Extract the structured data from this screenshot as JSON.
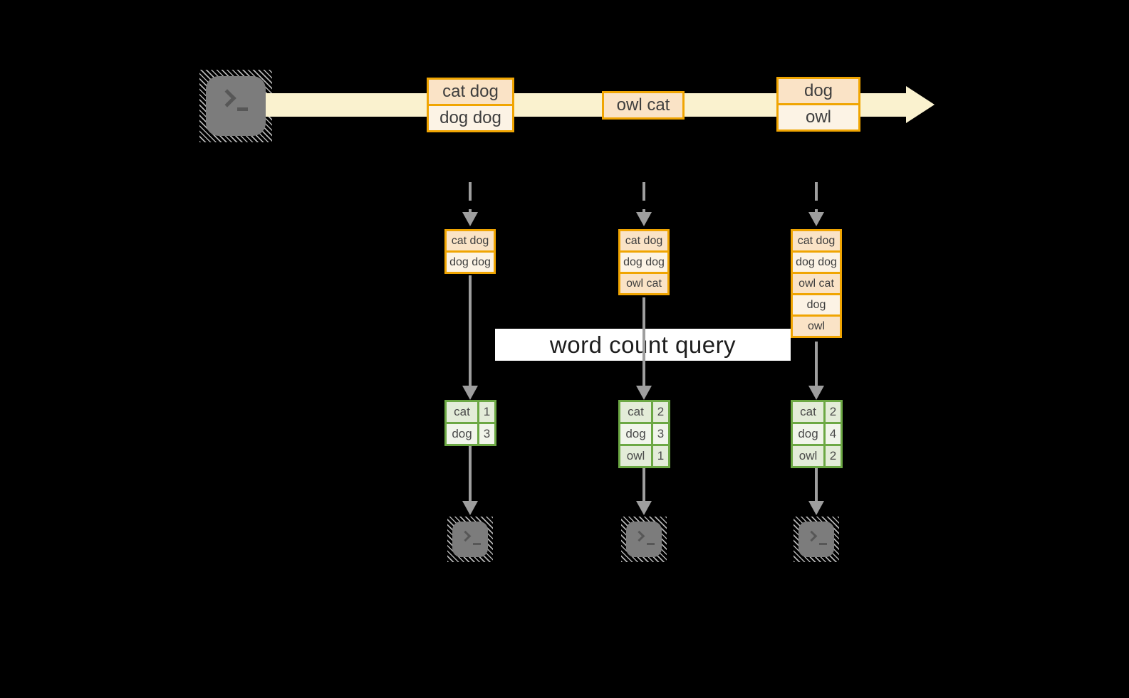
{
  "diagram": {
    "query_label": "word count query",
    "columns": [
      {
        "timeline": [
          "cat dog",
          "dog dog"
        ],
        "buffer": [
          "cat dog",
          "dog dog"
        ],
        "counts": [
          {
            "word": "cat",
            "count": "1"
          },
          {
            "word": "dog",
            "count": "3"
          }
        ]
      },
      {
        "timeline": [
          "owl cat"
        ],
        "buffer": [
          "cat dog",
          "dog dog",
          "owl cat"
        ],
        "counts": [
          {
            "word": "cat",
            "count": "2"
          },
          {
            "word": "dog",
            "count": "3"
          },
          {
            "word": "owl",
            "count": "1"
          }
        ]
      },
      {
        "timeline": [
          "dog",
          "owl"
        ],
        "buffer": [
          "cat dog",
          "dog dog",
          "owl cat",
          "dog",
          "owl"
        ],
        "counts": [
          {
            "word": "cat",
            "count": "2"
          },
          {
            "word": "dog",
            "count": "4"
          },
          {
            "word": "owl",
            "count": "2"
          }
        ]
      }
    ],
    "icons": {
      "source": "terminal-icon",
      "sinks": [
        "terminal-icon",
        "terminal-icon",
        "terminal-icon"
      ]
    },
    "colors": {
      "background": "#000000",
      "orange_border": "#F0A502",
      "peach_fill": "#FAE3C6",
      "cream_fill": "#FCF3E5",
      "stream_band": "#FAF2CF",
      "green_border": "#6CA844",
      "green_cell": "#E3ECD8",
      "green_cell_light": "#F1F5EB",
      "arrow_gray": "#9E9E9E",
      "terminal_gray": "#7C7C7C",
      "label_background": "#FFFFFF"
    }
  }
}
